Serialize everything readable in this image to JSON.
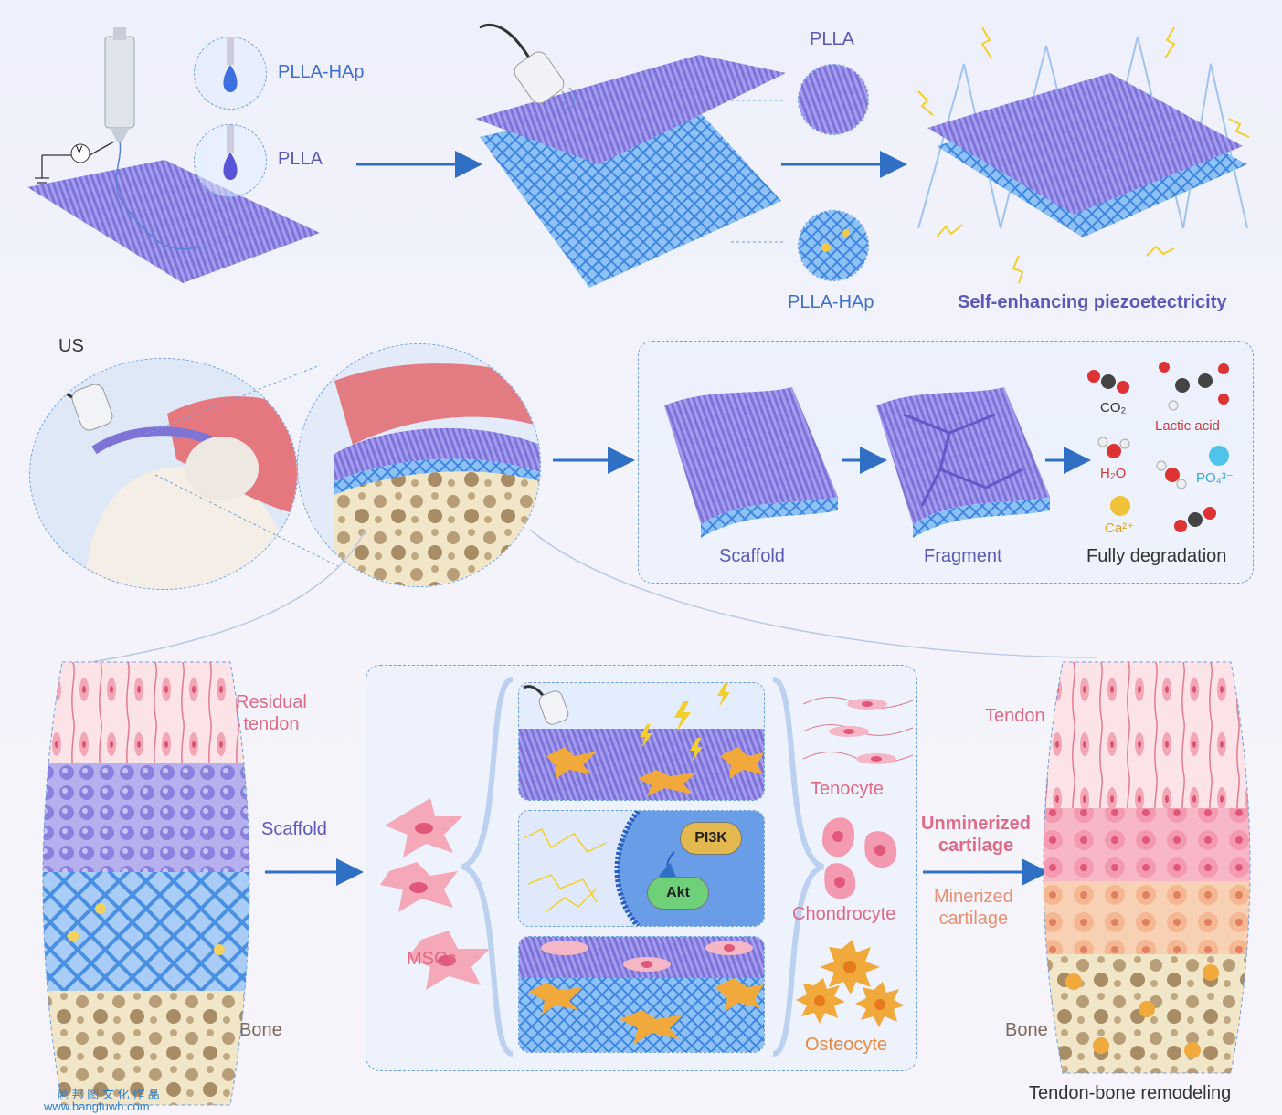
{
  "top": {
    "label_plla_hap_left": "PLLA-HAp",
    "label_plla_left": "PLLA",
    "voltage_symbol": "V",
    "label_plla_right": "PLLA",
    "label_plla_hap_right": "PLLA-HAp",
    "label_piezo": "Self-enhancing piezoetectricity"
  },
  "middle": {
    "label_us": "US",
    "degradation": {
      "scaffold": "Scaffold",
      "fragment": "Fragment",
      "fully": "Fully degradation",
      "co2": "CO₂",
      "lactic": "Lactic acid",
      "h2o": "H₂O",
      "po4": "PO₄³⁻",
      "ca": "Ca²⁺"
    }
  },
  "bottom": {
    "left": {
      "residual_tendon": "Residual\ntendon",
      "scaffold": "Scaffold",
      "bone": "Bone"
    },
    "center": {
      "mscs": "MSCs",
      "pi3k": "PI3K",
      "akt": "Akt",
      "tenocyte": "Tenocyte",
      "chondrocyte": "Chondrocyte",
      "osteocyte": "Osteocyte"
    },
    "right": {
      "tendon": "Tendon",
      "unmineralized": "Unminerized\ncartilage",
      "mineralized": "Minerized\ncartilage",
      "bone": "Bone",
      "caption": "Tendon-bone remodeling"
    }
  },
  "watermark": {
    "line1": "邑 邦 图 文 化 作 品",
    "line2": "www.bangtuwh.com"
  },
  "colors": {
    "arrow": "#2f6fc4",
    "purple_fiber": "#8f86e0",
    "blue_fiber": "#6aa8f0",
    "bone": "#efe2c4",
    "tendon_pink": "#f6cdd6",
    "cell_orange": "#f0a93a",
    "msc_pink": "#f5a8b8"
  }
}
